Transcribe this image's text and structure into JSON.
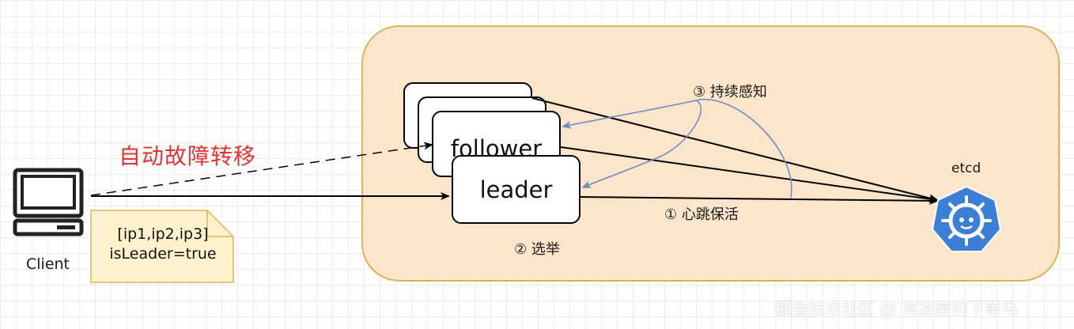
{
  "labels": {
    "follower": "follower",
    "leader": "leader",
    "etcd": "etcd",
    "client": "Client",
    "note_line1": "[ip1,ip2,ip3]",
    "note_line2": "isLeader=true",
    "failover": "自动故障转移",
    "step1": "① 心跳保活",
    "step2": "② 选举",
    "step3": "③ 持续感知"
  },
  "watermark": "掘金技术社区 @ 有态度的下等马",
  "colors": {
    "cluster_fill": "#fbe6cc",
    "cluster_border": "#d6b656",
    "note_fill": "#fff2cc",
    "failover_text": "#e5332f",
    "feedback_arrow": "#6c8ebf",
    "etcd_blue": "#3c7fd8"
  },
  "icons": {
    "client": "computer-monitor-icon",
    "etcd": "etcd-logo-icon"
  }
}
